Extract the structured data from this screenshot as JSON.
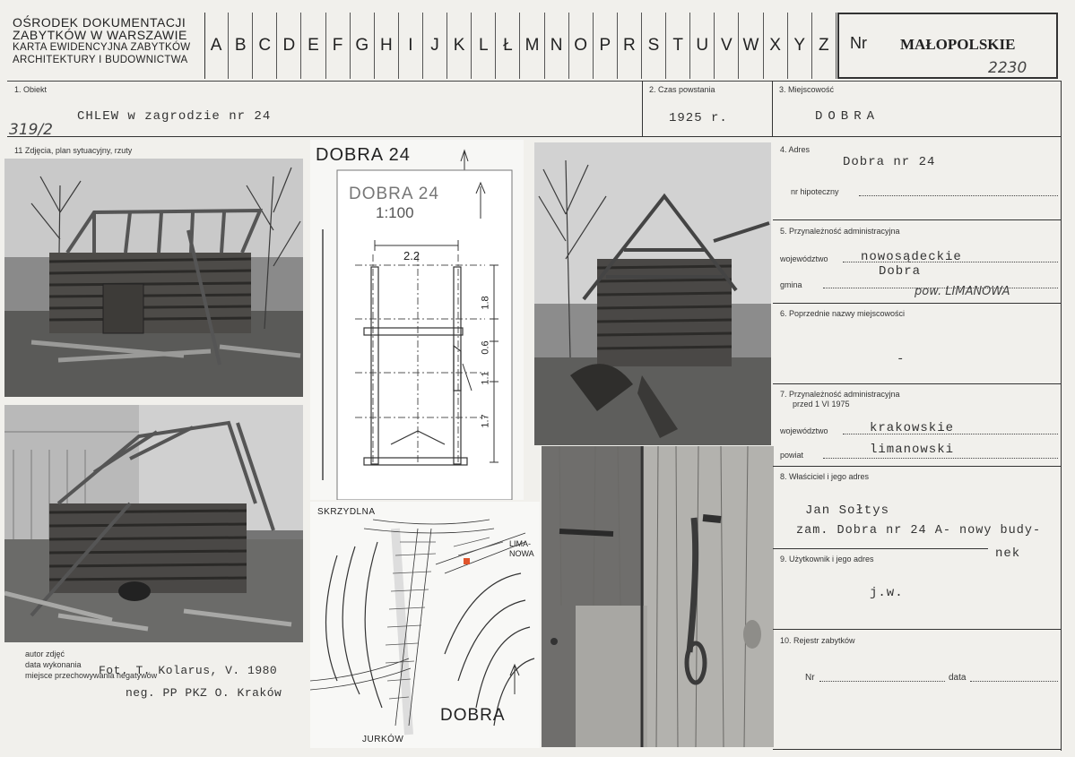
{
  "header": {
    "institution_lines": [
      "OŚRODEK DOKUMENTACJI",
      "ZABYTKÓW W WARSZAWIE",
      "KARTA EWIDENCYJNA ZABYTKÓW",
      "ARCHITEKTURY I BUDOWNICTWA"
    ],
    "letters": [
      "A",
      "B",
      "C",
      "D",
      "E",
      "F",
      "G",
      "H",
      "I",
      "J",
      "K",
      "L",
      "Ł",
      "M",
      "N",
      "O",
      "P",
      "R",
      "S",
      "T",
      "U",
      "V",
      "W",
      "X",
      "Y",
      "Z"
    ],
    "nr_label": "Nr",
    "region": "MAŁOPOLSKIE",
    "number_handwritten": "2230"
  },
  "fields": {
    "obiekt_label": "1. Obiekt",
    "obiekt_value": "CHLEW  w zagrodzie nr 24",
    "obiekt_note": "319/2",
    "czas_label": "2. Czas powstania",
    "czas_value": "1925 r.",
    "miejscowosc_label": "3. Miejscowość",
    "miejscowosc_value": "DOBRA",
    "zdjecia_label": "11 Zdjęcia, plan sytuacyjny, rzuty",
    "adres_label": "4. Adres",
    "adres_value": "Dobra nr 24",
    "hipoteczny_label": "nr hipoteczny",
    "admin_label": "5. Przynależność administracyjna",
    "wojewodztwo_label": "województwo",
    "wojewodztwo_value": "nowosądeckie",
    "gmina_label": "gmina",
    "gmina_value": "Dobra",
    "gmina_note": "pow. LIMANOWA",
    "poprzednie_label": "6. Poprzednie nazwy miejscowości",
    "poprzednie_value": "-",
    "admin_old_label": "7. Przynależność administracyjna",
    "admin_old_label2": "przed 1 VI 1975",
    "woj_old_label": "województwo",
    "woj_old_value": "krakowskie",
    "powiat_label": "powiat",
    "powiat_value": "limanowski",
    "wlasciciel_label": "8. Właściciel i jego adres",
    "wlasciciel_line1": "Jan Sołtys",
    "wlasciciel_line2": "zam. Dobra nr 24 A- nowy budy-",
    "wlasciciel_line3": "nek",
    "uzytkownik_label": "9. Użytkownik i jego adres",
    "uzytkownik_value": "j.w.",
    "rejestr_label": "10. Rejestr zabytków",
    "nr_label": "Nr",
    "data_label": "data",
    "autor_label": "autor zdjęć",
    "data_wyk_label": "data wykonania",
    "miejsce_label": "miejsce przechowywania negatywów",
    "autor_value": "Fot. T. Kolarus, V. 1980",
    "miejsce_value": "neg. PP PKZ O. Kraków"
  },
  "drawings": {
    "plan_title": "DOBRA 24",
    "plan_inner_title": "DOBRA 24",
    "plan_scale": "1:100",
    "dim_width": "2.2",
    "dim_1": "1.8",
    "dim_2": "0.6",
    "dim_3": "1.1",
    "dim_4": "1.7",
    "map_label_top": "SKRZYDLNA",
    "map_label_right": "LIMA-NOWA",
    "map_label_bottom": "JURKÓW",
    "map_title": "DOBRA"
  }
}
